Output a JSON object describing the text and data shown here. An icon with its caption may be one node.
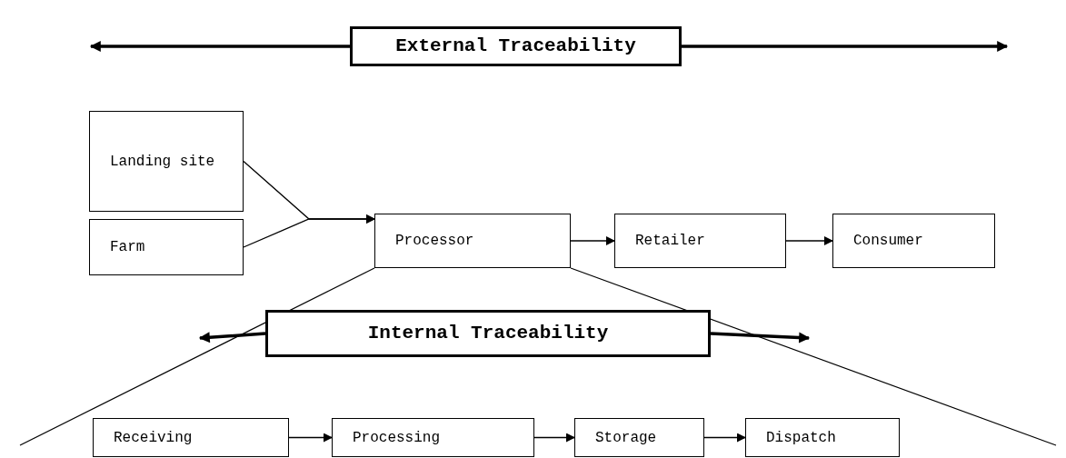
{
  "diagram": {
    "nodes": [
      {
        "text": [
          "External Traceability"
        ]
      },
      {
        "text": [
          "Landing site"
        ]
      },
      {
        "text": [
          "Farm"
        ]
      },
      {
        "text": [
          "Processor"
        ]
      },
      {
        "text": [
          "Retailer"
        ]
      },
      {
        "text": [
          "Consumer"
        ]
      },
      {
        "text": [
          "Internal Traceability"
        ]
      },
      {
        "text": [
          "Receiving"
        ]
      },
      {
        "text": [
          "Processing"
        ]
      },
      {
        "text": [
          "Storage"
        ]
      },
      {
        "text": [
          "Dispatch"
        ]
      }
    ],
    "edges": [
      {
        "from": 0,
        "to": null,
        "arrow": "to",
        "style": "thick"
      },
      {
        "from": 0,
        "to": null,
        "arrow": "to",
        "style": "thick"
      },
      {
        "from": 1,
        "to": 3,
        "arrow": "to"
      },
      {
        "from": 2,
        "to": 3,
        "arrow": "to"
      },
      {
        "from": 3,
        "to": 4,
        "arrow": "to"
      },
      {
        "from": 4,
        "to": 5,
        "arrow": "to"
      },
      {
        "from": 6,
        "to": null,
        "arrow": "to",
        "style": "thick"
      },
      {
        "from": 6,
        "to": null,
        "arrow": "to",
        "style": "thick"
      },
      {
        "from": 7,
        "to": 8,
        "arrow": "to"
      },
      {
        "from": 8,
        "to": 9,
        "arrow": "to"
      },
      {
        "from": 9,
        "to": 10,
        "arrow": "to"
      }
    ]
  }
}
